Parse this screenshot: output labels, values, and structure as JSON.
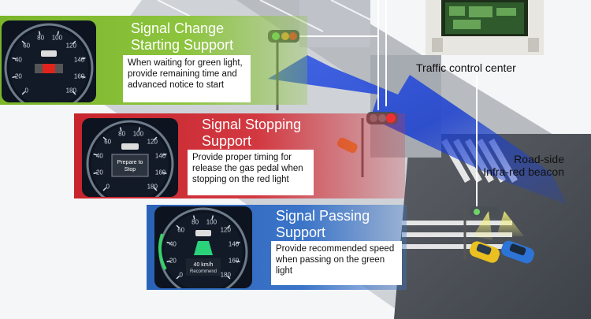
{
  "labels": {
    "traffic_center": "Traffic control center",
    "beacon": "Road-side\nInfra-red beacon"
  },
  "panels": [
    {
      "title": "Signal Change\nStarting Support",
      "description": "When waiting for green light,  provide remaining time and advanced notice to start",
      "color": "#7ab52a",
      "gauge_ticks": [
        "0",
        "20",
        "40",
        "60",
        "80",
        "100",
        "120",
        "140",
        "160",
        "180"
      ]
    },
    {
      "title": "Signal Stopping\nSupport",
      "description": "Provide proper timing for release the gas pedal when stopping on the  red light",
      "color": "#c8242d",
      "gauge_center": "Prepare to\nStop",
      "gauge_ticks": [
        "0",
        "20",
        "40",
        "60",
        "80",
        "100",
        "120",
        "140",
        "160",
        "180"
      ]
    },
    {
      "title": "Signal Passing\nSupport",
      "description": "Provide recommended speed when passing on the green light",
      "color": "#2a62b8",
      "gauge_center": "40 km/h\nRecommend",
      "gauge_ticks": [
        "0",
        "20",
        "40",
        "60",
        "80",
        "100",
        "120",
        "140",
        "160",
        "180"
      ]
    }
  ],
  "colors": {
    "green": "#7ab52a",
    "red": "#c8242d",
    "blue": "#2a62b8",
    "arrow": "#1f43c7"
  }
}
